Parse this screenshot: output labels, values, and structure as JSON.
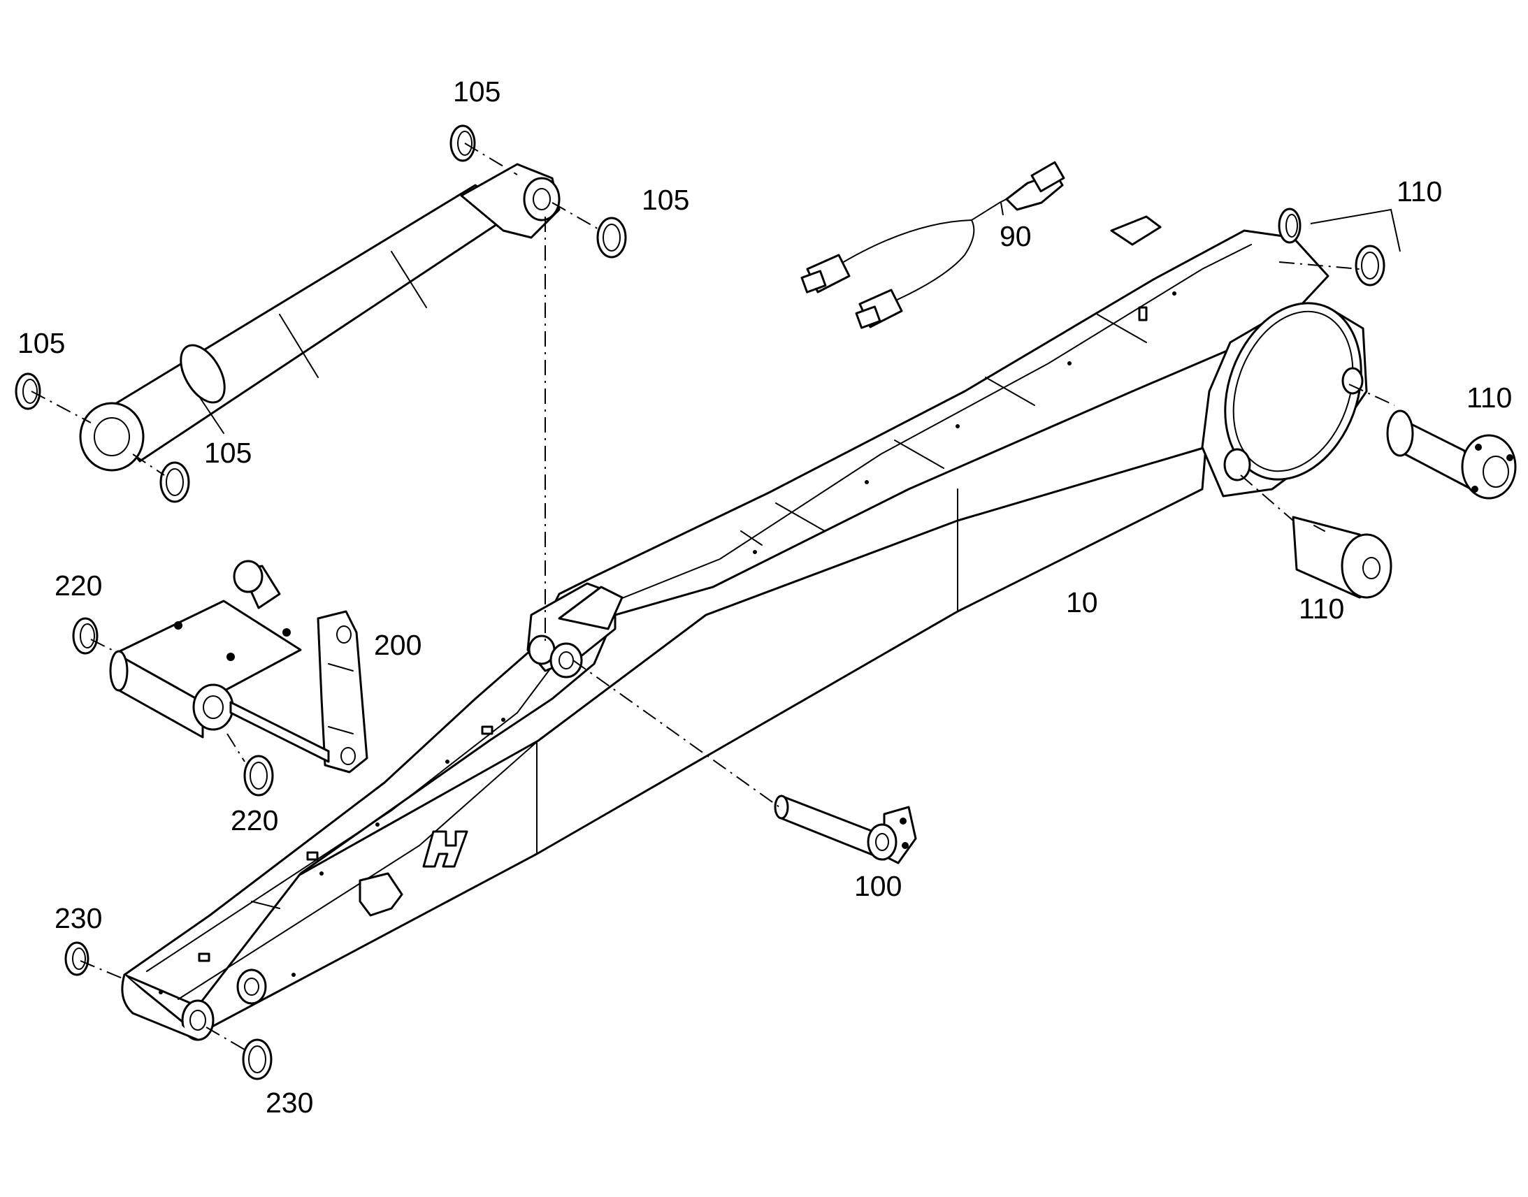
{
  "diagram": {
    "type": "exploded-parts-view",
    "colors": {
      "line": "#000000",
      "background": "#ffffff"
    },
    "callouts": [
      {
        "id": "c105a",
        "text": "105"
      },
      {
        "id": "c105b",
        "text": "105"
      },
      {
        "id": "c105c",
        "text": "105"
      },
      {
        "id": "c105d",
        "text": "105"
      },
      {
        "id": "c90",
        "text": "90"
      },
      {
        "id": "c110a",
        "text": "110"
      },
      {
        "id": "c110b",
        "text": "110"
      },
      {
        "id": "c110c",
        "text": "110"
      },
      {
        "id": "c220a",
        "text": "220"
      },
      {
        "id": "c220b",
        "text": "220"
      },
      {
        "id": "c200",
        "text": "200"
      },
      {
        "id": "c10",
        "text": "10"
      },
      {
        "id": "c100",
        "text": "100"
      },
      {
        "id": "c230a",
        "text": "230"
      },
      {
        "id": "c230b",
        "text": "230"
      }
    ]
  }
}
